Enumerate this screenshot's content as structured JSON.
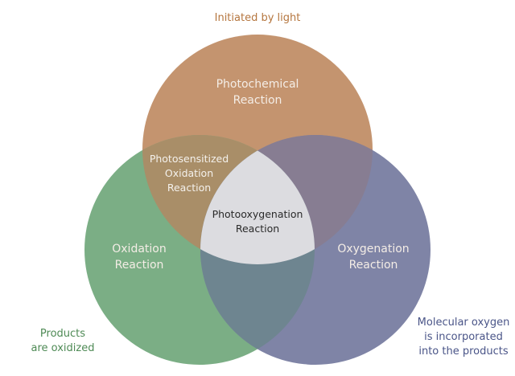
{
  "diagram": {
    "title_note": "Initiated by light",
    "sets": [
      {
        "id": "photochemical",
        "label_line1": "Photochemical",
        "label_line2": "Reaction",
        "color": "#C4946F"
      },
      {
        "id": "oxidation",
        "label_line1": "Oxidation",
        "label_line2": "Reaction",
        "color": "#7BAE85"
      },
      {
        "id": "oxygenation",
        "label_line1": "Oxygenation",
        "label_line2": "Reaction",
        "color": "#7F84A6"
      }
    ],
    "intersections": {
      "photochemical_oxidation": {
        "line1": "Photosensitized",
        "line2": "Oxidation",
        "line3": "Reaction",
        "color": "#A98E68"
      },
      "photochemical_oxygenation": {
        "color": "#877D92"
      },
      "oxidation_oxygenation": {
        "color": "#6E8590"
      },
      "all": {
        "line1": "Photooxygenation",
        "line2": "Reaction",
        "color": "#DCDCE0"
      }
    },
    "notes": {
      "oxidation": {
        "line1": "Products",
        "line2": "are oxidized",
        "color": "#4E8A55"
      },
      "oxygenation": {
        "line1": "Molecular oxygen",
        "line2": "is incorporated",
        "line3": "into the products",
        "color": "#4A5588"
      },
      "photochemical_color": "#B5763F"
    }
  }
}
